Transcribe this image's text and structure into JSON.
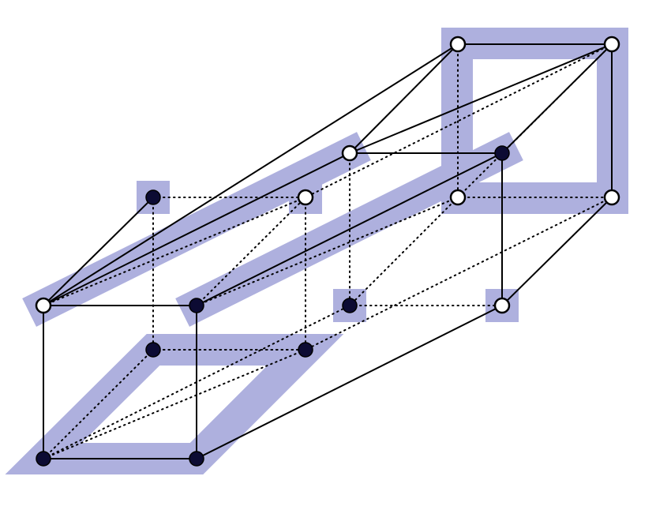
{
  "diagram": {
    "highlight_color": "#aeb0de",
    "filled_node_color": "#0c0b33",
    "edge_color": "#000000",
    "edge_styles": [
      "solid",
      "dotted"
    ],
    "node_styles": [
      "filled",
      "open"
    ],
    "highlight_shapes": [
      "square",
      "band",
      "frame"
    ]
  }
}
